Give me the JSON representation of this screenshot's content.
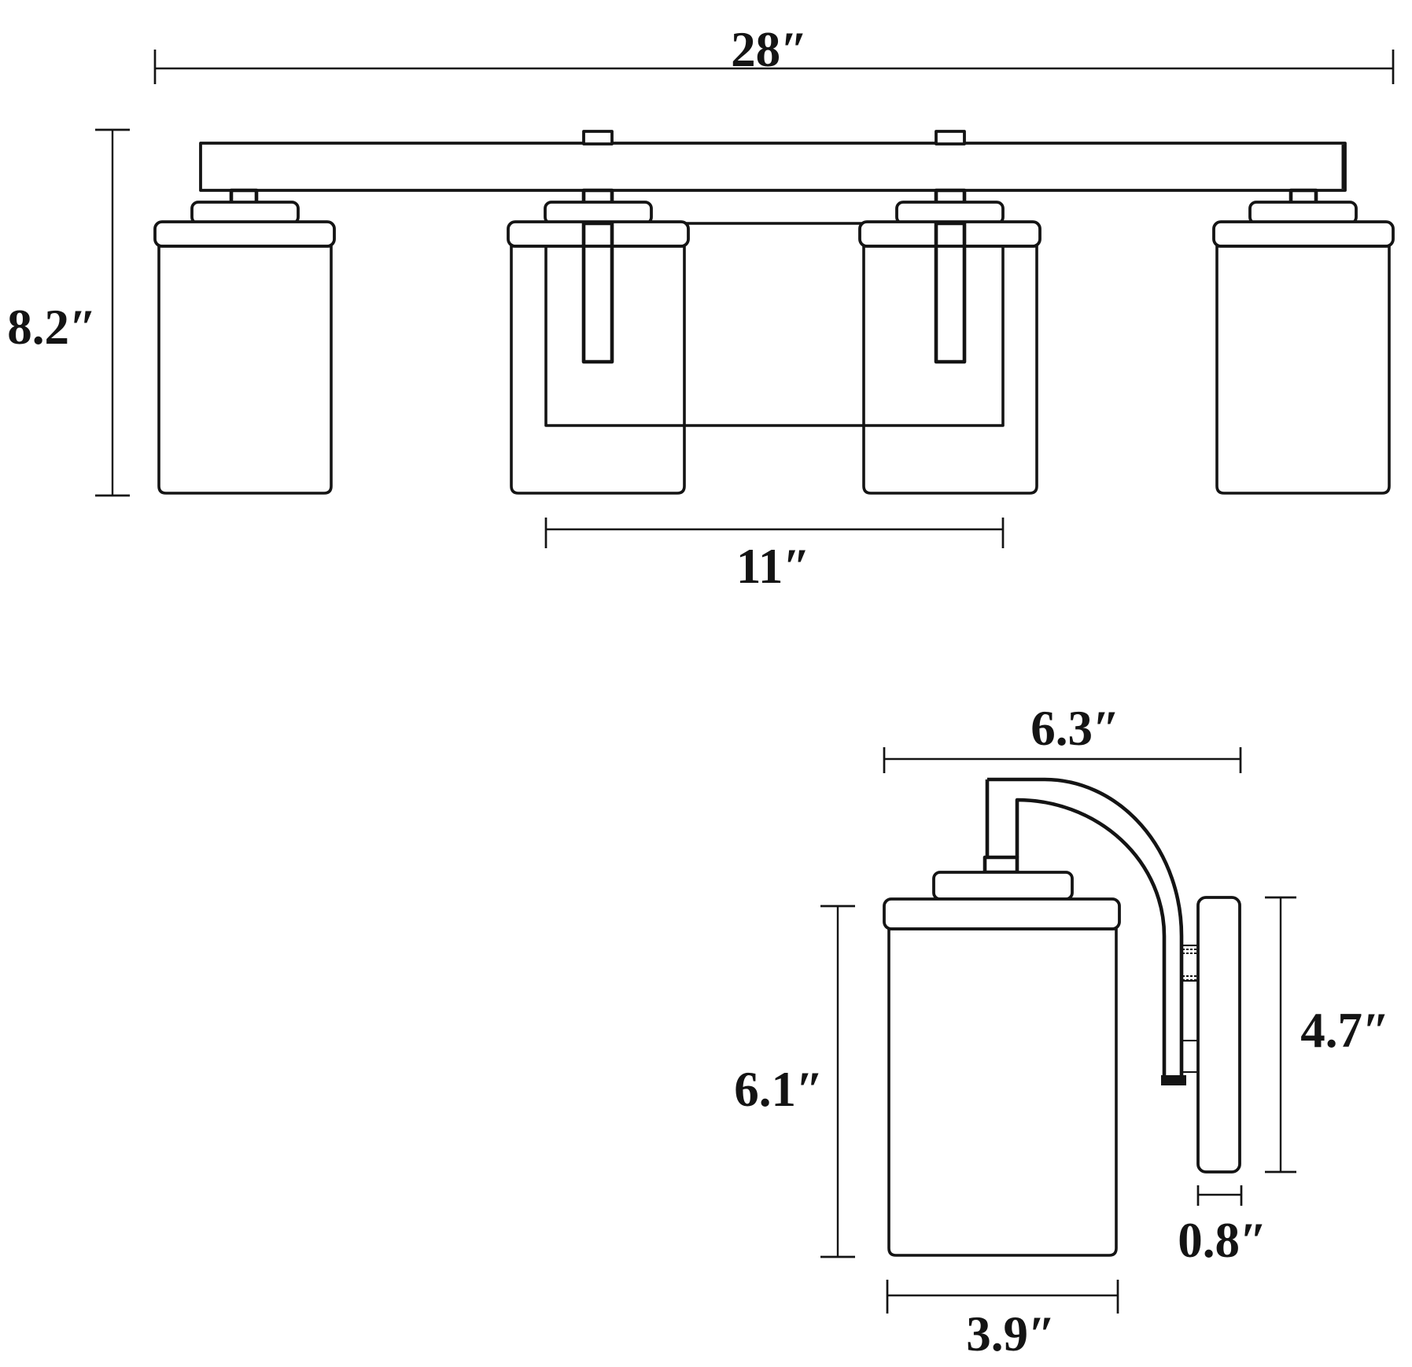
{
  "diagram": {
    "kind": "product dimension line drawing",
    "product": "4-light vanity bath bar with cylindrical glass shades (front view and single-sconce side view)",
    "unit": "inches"
  },
  "front_view": {
    "dims": {
      "overall_width": {
        "label": "28″",
        "inches": 28
      },
      "overall_height": {
        "label": "8.2″",
        "inches": 8.2
      },
      "backplate_width": {
        "label": "11″",
        "inches": 11
      }
    },
    "lights_count": 4
  },
  "side_view": {
    "dims": {
      "extension_depth": {
        "label": "6.3″",
        "inches": 6.3
      },
      "shade_height": {
        "label": "6.1″",
        "inches": 6.1
      },
      "backplate_height": {
        "label": "4.7″",
        "inches": 4.7
      },
      "backplate_depth": {
        "label": "0.8″",
        "inches": 0.8
      },
      "shade_diameter": {
        "label": "3.9″",
        "inches": 3.9
      }
    }
  },
  "colors": {
    "line": "#141414",
    "background": "#ffffff"
  }
}
